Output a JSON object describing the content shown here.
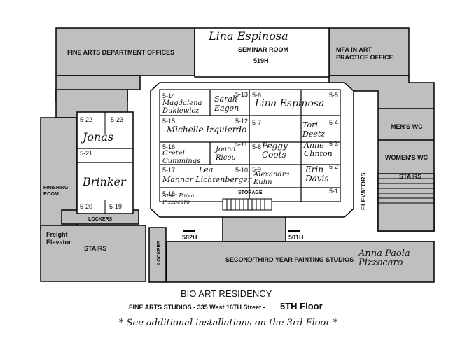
{
  "rooms": {
    "seminar": {
      "handwritten": "Lina Espinosa",
      "label": "SEMINAR ROOM",
      "number": "519H"
    },
    "fine_arts_offices": "FINE ARTS DEPARTMENT OFFICES",
    "mfa_office": "MFA IN ART PRACTICE OFFICE",
    "mens_wc": "MEN'S WC",
    "womens_wc": "WOMEN'S WC",
    "stairs_right": "STAIRS",
    "elevators": "ELEVATORS",
    "finishing_room": "FINISHING ROOM",
    "lockers_left": "LOCKERS",
    "freight_elevator": "Freight Elevator",
    "stairs_left": "STAIRS",
    "lockers_vertical": "LOCKERS",
    "storage": "STORAGE",
    "room_502h": "502H",
    "room_501h": "501H",
    "painting_studios": "SECOND/THIRD YEAR PAINTING STUDIOS",
    "painting_handwritten": "Anna Paola Pizzocaro"
  },
  "studios": {
    "s5_22": "5-22",
    "s5_23": "5-23",
    "s5_21": "5-21",
    "s5_20": "5-20",
    "s5_19": "5-19",
    "jonas": "Jonas",
    "brinker": "Brinker",
    "s5_14": "5-14",
    "s5_14_name": "Magdalena Dukiewicz",
    "s5_13": "5-13",
    "s5_13_name": "Sarah Eagen",
    "s5_15": "5-15",
    "s5_12": "5-12",
    "izquierdo": "Michelle Izquierdo",
    "s5_16": "5-16",
    "s5_16_name": "Gretel Cummings",
    "s5_11": "5-11",
    "s5_11_name": "Joana Ricou",
    "s5_17": "5-17",
    "s5_10": "5-10",
    "lea": "Lea",
    "lichtenberger": "Mannar Lichtenberger",
    "s5_18": "5-18",
    "s5_18_name": "Anna Paola Pizzocaro",
    "s5_6": "5-6",
    "s5_6_name": "Lina Espinosa",
    "s5_7": "5-7",
    "s5_8": "5-8",
    "s5_8_name": "Peggy Coots",
    "s5_9": "5-9",
    "s5_9_name": "Alexandra Kuhn",
    "s5_5": "5-5",
    "s5_4": "5-4",
    "s5_4_name": "Tori Deetz",
    "s5_3": "5-3",
    "s5_3_name": "Anne Clinton",
    "s5_2": "5-2",
    "s5_2_name": "Erin Davis",
    "s5_1": "5-1"
  },
  "caption": {
    "title": "BIO ART RESIDENCY",
    "address": "FINE ARTS STUDIOS - 335 West 16TH Street -",
    "floor": "5TH Floor",
    "note": "* See additional installations on the 3rd Floor *"
  }
}
